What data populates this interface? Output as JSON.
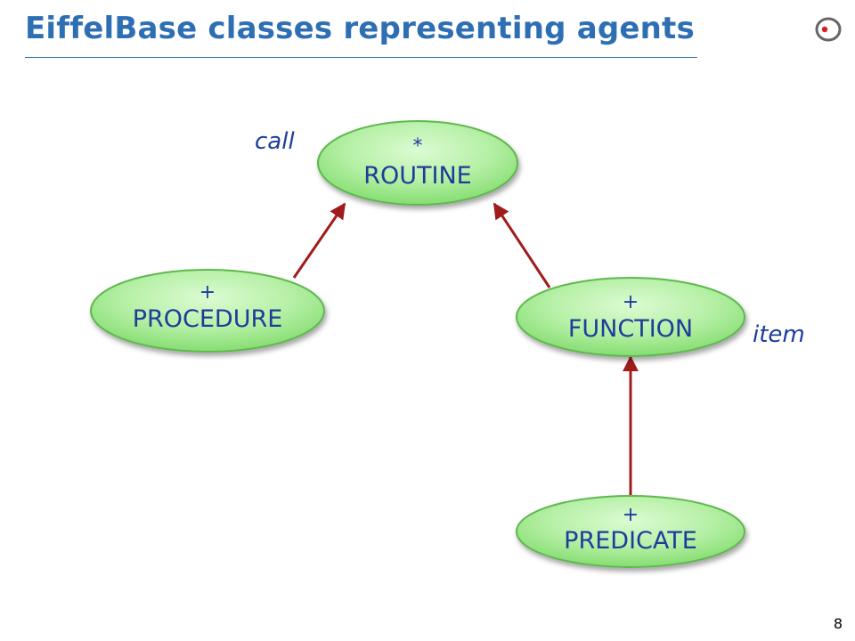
{
  "slide": {
    "title": "EiffelBase classes representing agents",
    "page_number": "8",
    "logo_icon": "eiffel-logo-icon"
  },
  "diagram": {
    "nodes": {
      "routine": {
        "marker": "*",
        "name": "ROUTINE"
      },
      "procedure": {
        "marker": "+",
        "name": "PROCEDURE"
      },
      "function": {
        "marker": "+",
        "name": "FUNCTION"
      },
      "predicate": {
        "marker": "+",
        "name": "PREDICATE"
      }
    },
    "edges": [
      {
        "from": "PROCEDURE",
        "to": "ROUTINE"
      },
      {
        "from": "FUNCTION",
        "to": "ROUTINE"
      },
      {
        "from": "PREDICATE",
        "to": "FUNCTION"
      }
    ],
    "labels": {
      "call": "call",
      "item": "item"
    }
  },
  "colors": {
    "title": "#2e6fb4",
    "node_fill": "#b6f0a6",
    "node_stroke": "#5fb84f",
    "node_text": "#1e3c9b",
    "edge": "#a01c1c"
  }
}
